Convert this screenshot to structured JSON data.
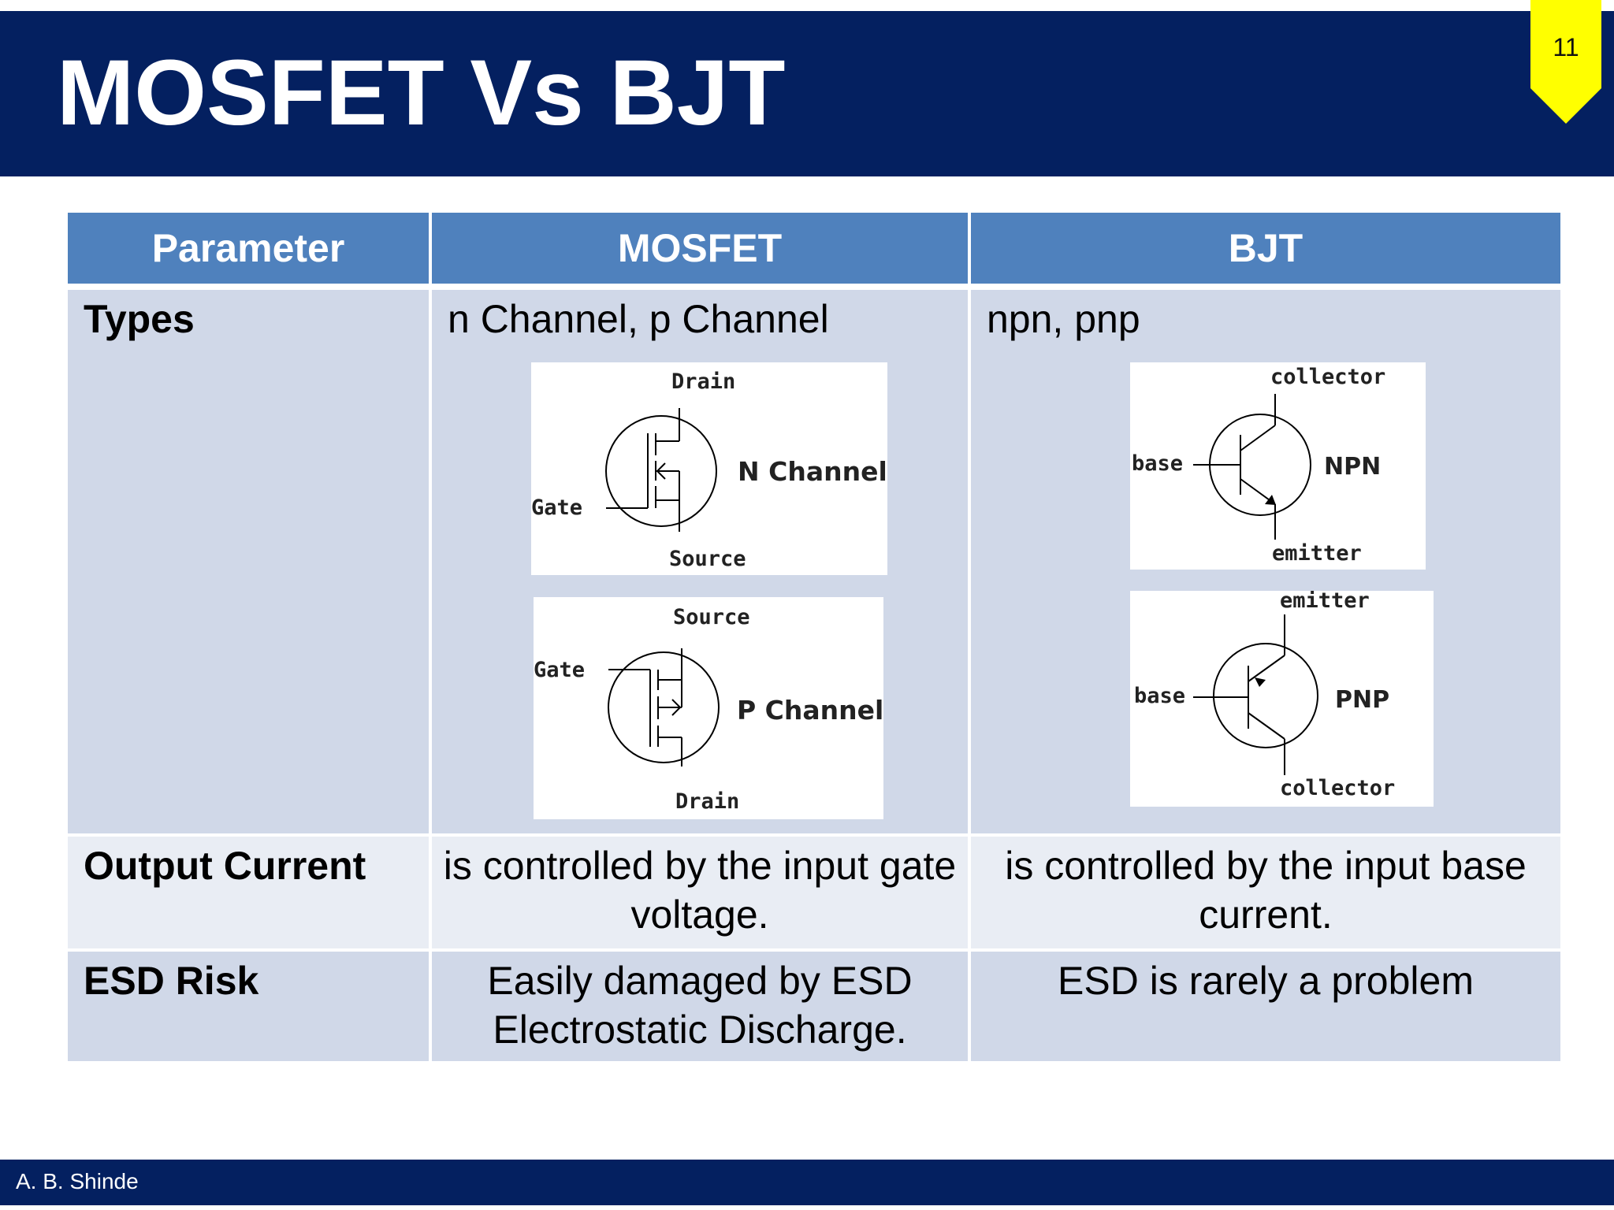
{
  "slide": {
    "title": "MOSFET Vs BJT",
    "page_number": "11",
    "author": "A. B. Shinde"
  },
  "table": {
    "headers": [
      "Parameter",
      "MOSFET",
      "BJT"
    ],
    "rows": [
      {
        "parameter": "Types",
        "mosfet": "n Channel, p Channel",
        "bjt": "npn, pnp"
      },
      {
        "parameter": "Output Current",
        "mosfet": "is controlled by the input gate voltage.",
        "bjt": "is controlled by the input base current."
      },
      {
        "parameter": "ESD Risk",
        "mosfet": "Easily damaged by ESD Electrostatic Discharge.",
        "bjt": "ESD is rarely a problem"
      }
    ]
  },
  "diagrams": {
    "n_mosfet": {
      "top": "Drain",
      "left": "Gate",
      "bottom": "Source",
      "name": "N Channel"
    },
    "p_mosfet": {
      "top": "Source",
      "left": "Gate",
      "bottom": "Drain",
      "name": "P Channel"
    },
    "npn": {
      "top": "collector",
      "left": "base",
      "bottom": "emitter",
      "name": "NPN"
    },
    "pnp": {
      "top": "emitter",
      "left": "base",
      "bottom": "collector",
      "name": "PNP"
    }
  },
  "colors": {
    "header_bg": "#042060",
    "table_header": "#4f81bd",
    "row_dark": "#d0d8e8",
    "row_light": "#e9edf4",
    "page_tag": "#ffff00"
  }
}
